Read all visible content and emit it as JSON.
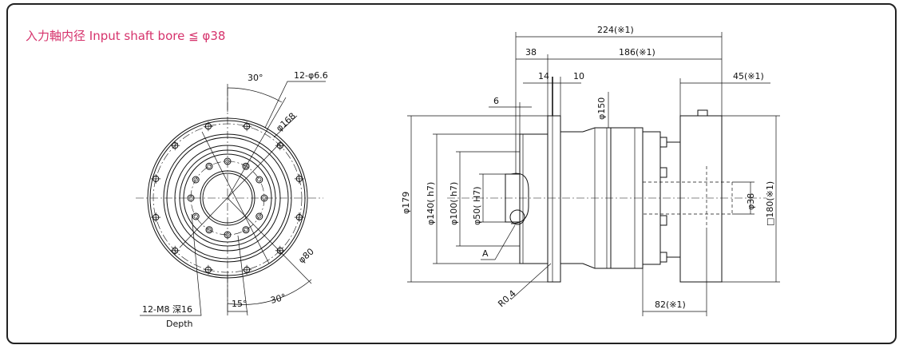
{
  "header": {
    "title": "入力軸内径 Input shaft bore ≦ φ38",
    "title_color": "#d6336c"
  },
  "front_view": {
    "angle_top": "30°",
    "holes_label": "12-φ6.6",
    "pcd_label": "φ168",
    "bore_label": "φ80",
    "angle_bottom_right": "30°",
    "angle_bottom": "15°",
    "tap_label": "12-M8 深16",
    "depth_label": "Depth"
  },
  "side_view": {
    "total_length": "224(※1)",
    "dim_38": "38",
    "dim_186": "186(※1)",
    "dim_14": "14",
    "dim_10": "10",
    "dim_45": "45(※1)",
    "dim_6": "6",
    "dia_150": "φ150",
    "dia_179": "φ179",
    "dia_140": "φ140( h7)",
    "dia_100": "φ100( h7)",
    "dia_50": "φ50( H7)",
    "dia_38": "φ38",
    "square_180": "□180(※1)",
    "label_a": "A",
    "radius": "R0.4",
    "dim_82": "82(※1)"
  }
}
